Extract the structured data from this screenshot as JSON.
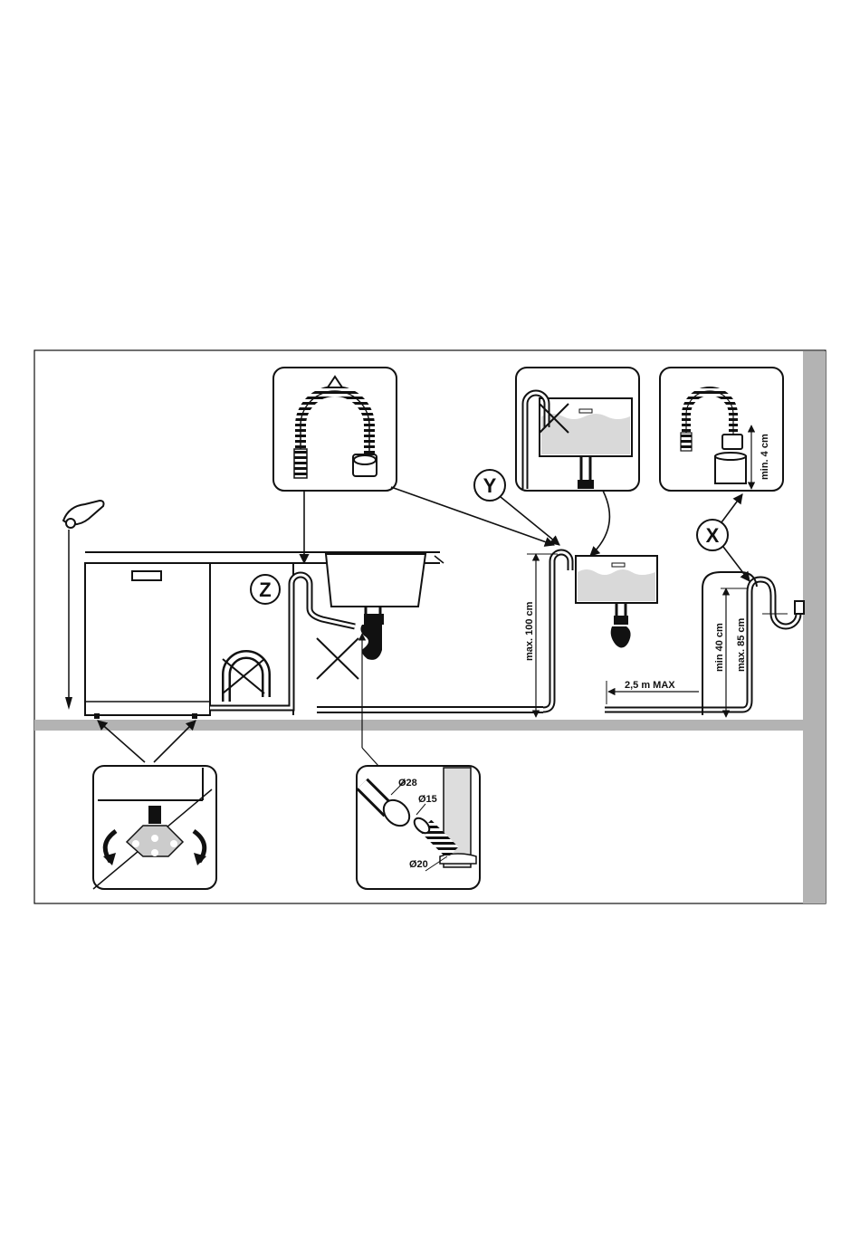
{
  "markers": {
    "z": "Z",
    "y": "Y",
    "x": "X"
  },
  "dims": {
    "max100": "max. 100 cm",
    "min40": "min 40 cm",
    "max85": "max. 85 cm",
    "min4": "min. 4 cm",
    "len25": "2,5 m MAX"
  },
  "pipes": {
    "d28": "Ø28",
    "d15": "Ø15",
    "d20": "Ø20"
  },
  "colors": {
    "ink": "#111111",
    "floor": "#b3b3b3",
    "wall": "#b3b3b3",
    "water": "#d9d9d9",
    "panel_bg": "#ffffff"
  }
}
